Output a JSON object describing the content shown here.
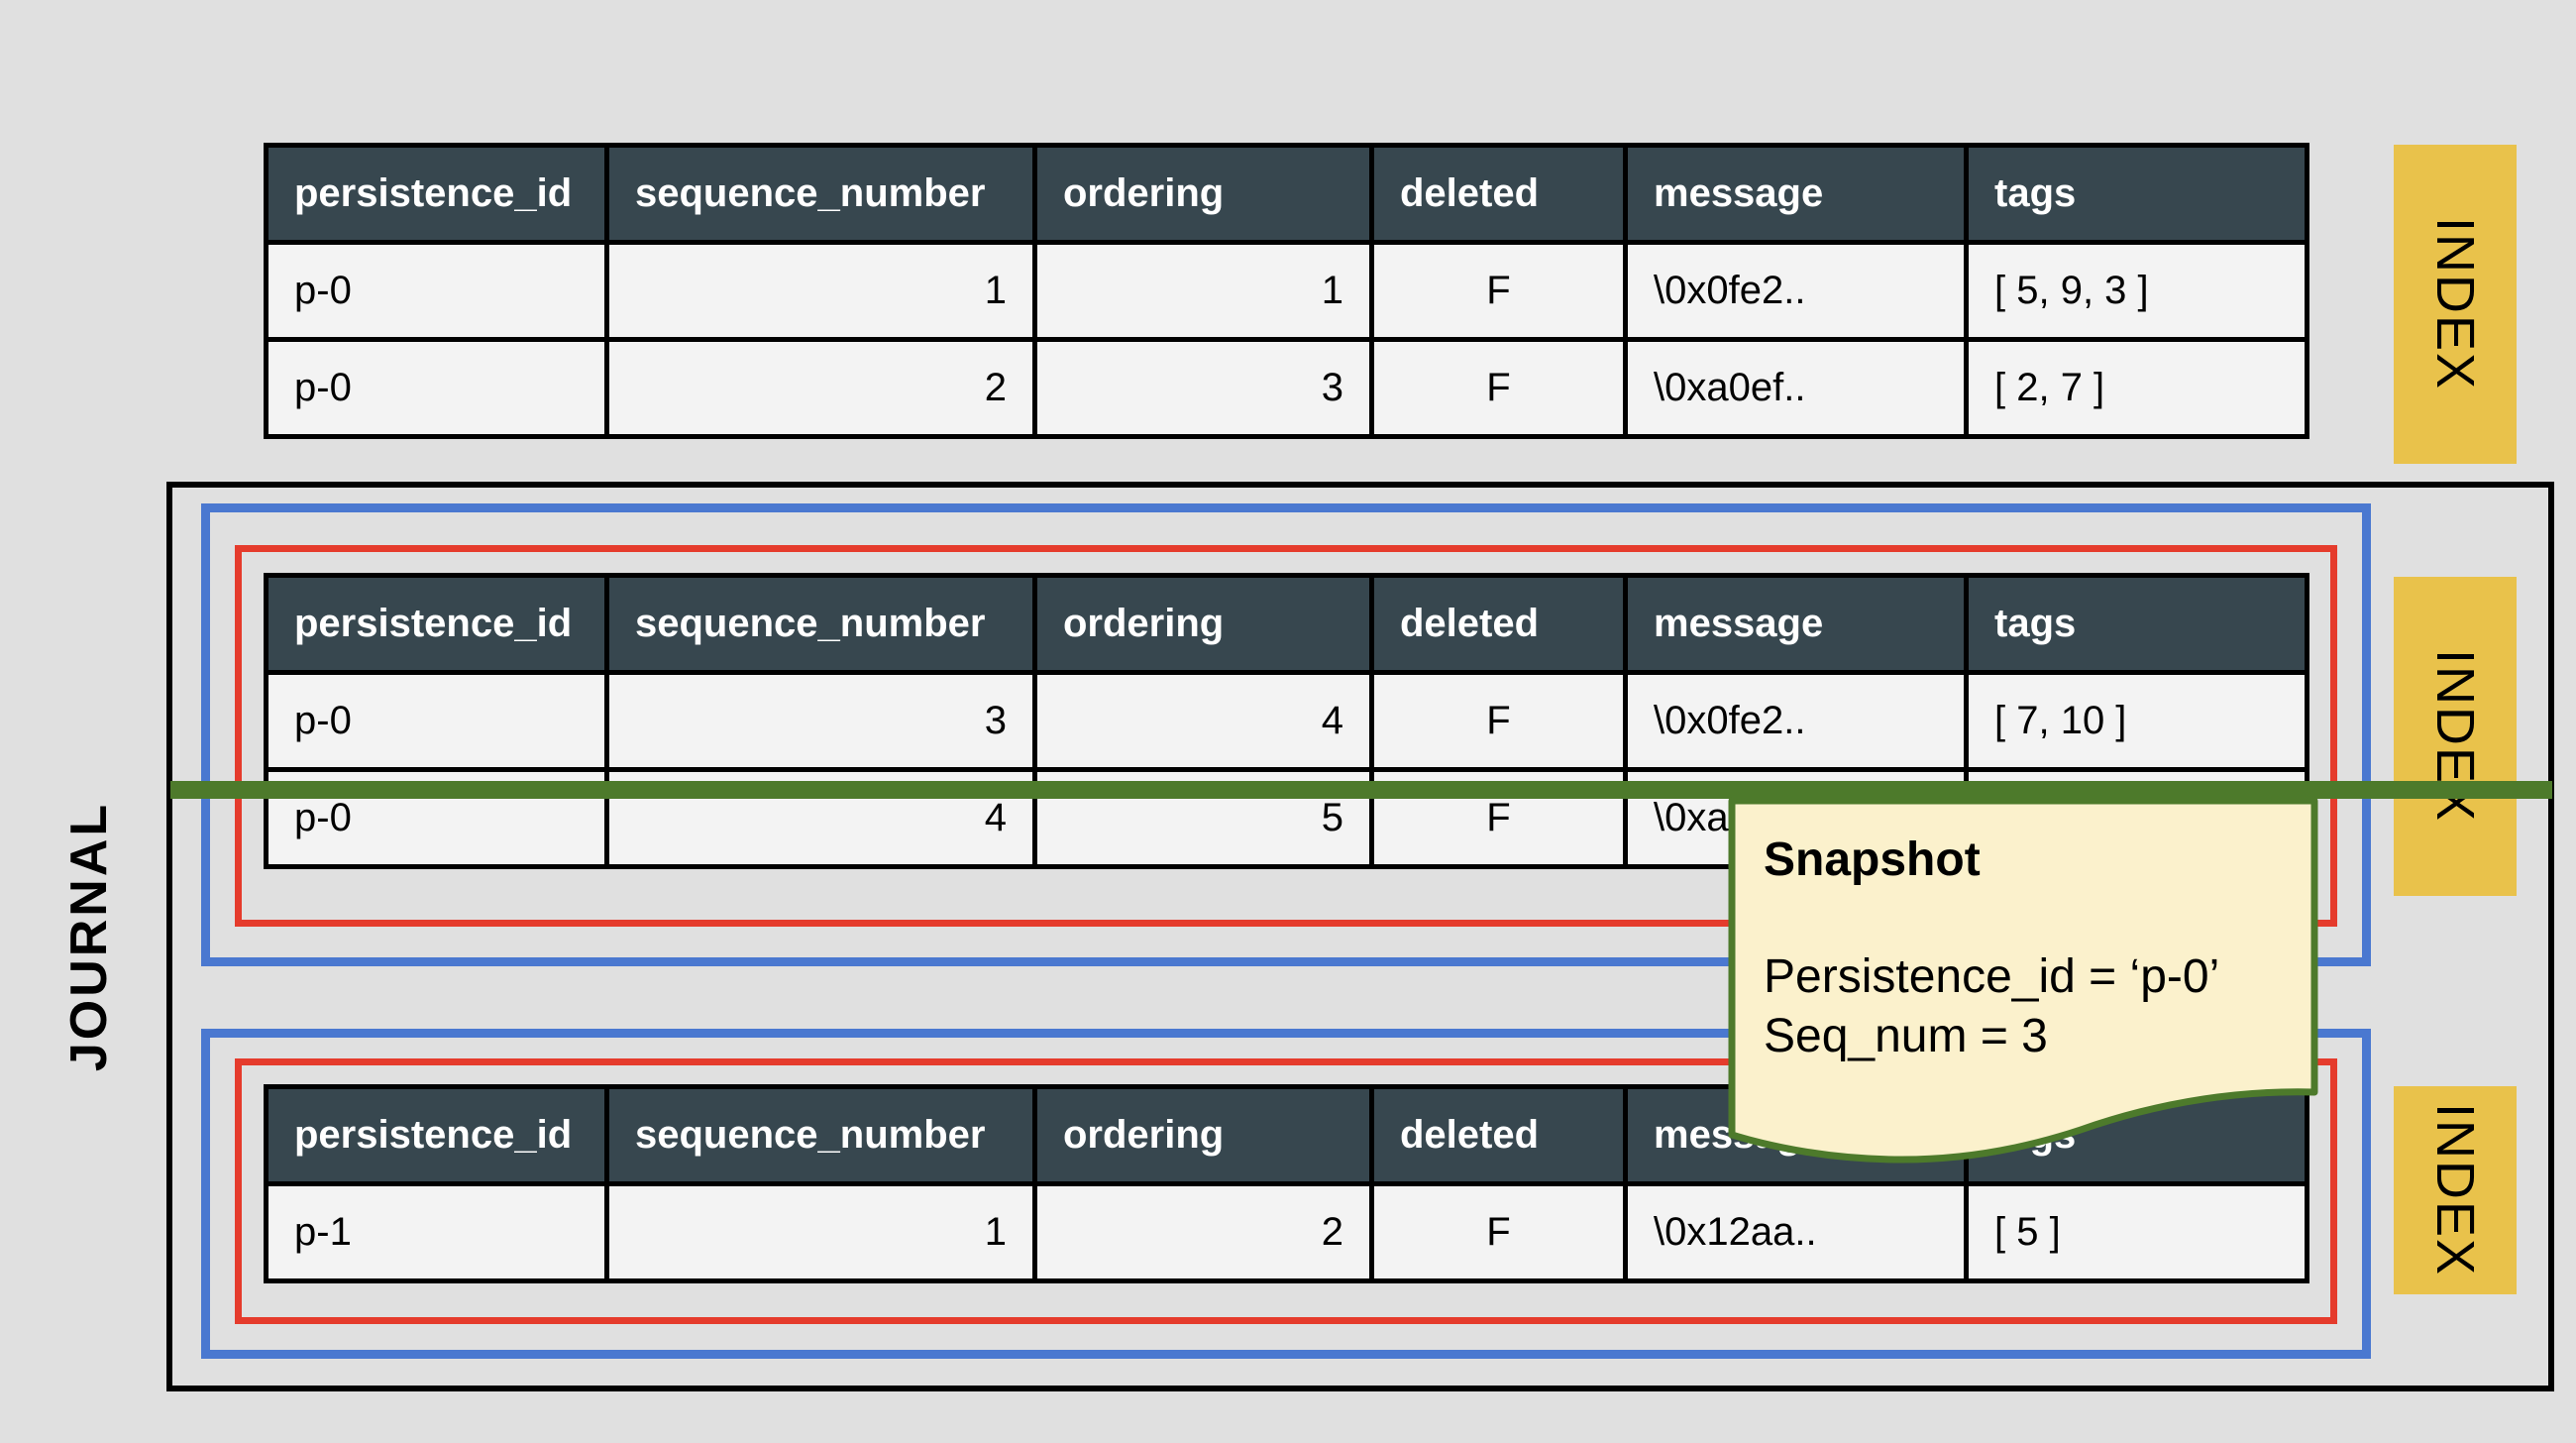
{
  "columns": [
    "persistence_id",
    "sequence_number",
    "ordering",
    "deleted",
    "message",
    "tags"
  ],
  "tables": [
    {
      "rows": [
        {
          "persistence_id": "p-0",
          "sequence_number": "1",
          "ordering": "1",
          "deleted": "F",
          "message": "\\0x0fe2..",
          "tags": "[ 5, 9, 3 ]"
        },
        {
          "persistence_id": "p-0",
          "sequence_number": "2",
          "ordering": "3",
          "deleted": "F",
          "message": "\\0xa0ef..",
          "tags": "[ 2, 7 ]"
        }
      ]
    },
    {
      "rows": [
        {
          "persistence_id": "p-0",
          "sequence_number": "3",
          "ordering": "4",
          "deleted": "F",
          "message": "\\0x0fe2..",
          "tags": "[ 7, 10 ]"
        },
        {
          "persistence_id": "p-0",
          "sequence_number": "4",
          "ordering": "5",
          "deleted": "F",
          "message": "\\0xa",
          "tags": ""
        }
      ]
    },
    {
      "rows": [
        {
          "persistence_id": "p-1",
          "sequence_number": "1",
          "ordering": "2",
          "deleted": "F",
          "message": "\\0x12aa..",
          "tags": "[ 5 ]"
        }
      ]
    }
  ],
  "index_label": "INDEX",
  "journal_label": "JOURNAL",
  "snapshot": {
    "title": "Snapshot",
    "line1": "Persistence_id = ‘p-0’",
    "line2": "Seq_num = 3"
  },
  "colors": {
    "header_bg": "#37474f",
    "cell_bg": "#f3f3f3",
    "index_bg": "#e9c24b",
    "blue_frame": "#4a78d0",
    "red_frame": "#e53b2c",
    "green_line": "#4d7a2b",
    "note_bg": "#fbf1cc"
  }
}
